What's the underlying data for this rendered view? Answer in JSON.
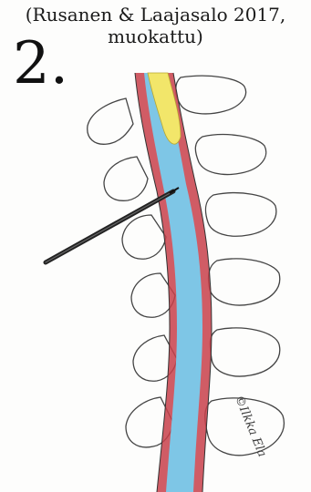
{
  "caption": {
    "line1": "(Rusanen & Laajasalo 2017,",
    "line2": "muokattu)"
  },
  "figure_number": "2.",
  "signature": "©Ilkka Ela",
  "colors": {
    "dura_red": "#c8404a",
    "csf_blue": "#7ec6e6",
    "cord_yellow": "#f2e66a",
    "needle": "#222222",
    "bone_outline": "#444444"
  }
}
